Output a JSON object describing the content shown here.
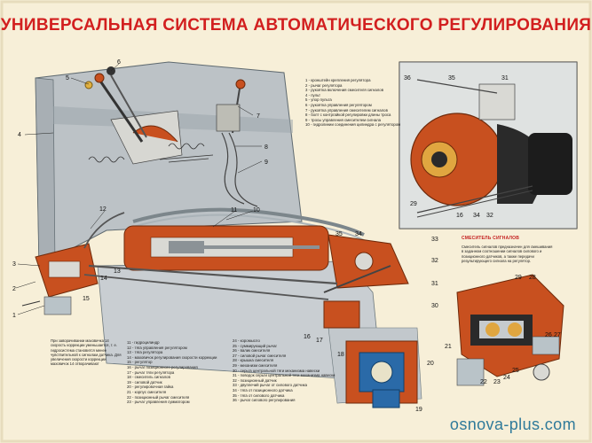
{
  "title": "УНИВЕРСАЛЬНАЯ СИСТЕМА АВТОМАТИЧЕСКОГО РЕГУЛИРОВАНИЯ",
  "legend_top": [
    "1 - кронштейн крепления регулятора",
    "2 - рычаг регулятора",
    "3 - рукоятка включения смесителя сигналов",
    "4 - пульт",
    "5 - упор пульта",
    "6 - рукоятка управления регулятором",
    "7 - рукоятка управления смесителем сигналов",
    "8 - болт с контргайкой регулировки длины троса",
    "9 - тросы управления смесителем сигнала",
    "10 - гидролинии соединения цилиндра с регулятором"
  ],
  "note": "При заворачивании маховичка 14 скорость коррекции уменьшается, т. е. гидросистема становится менее чувствительной к сигналам датчика. Для увеличения скорости коррекции маховичок 14 отворачивают",
  "legend_bottom_col1": [
    "11 - гидроцилиндр",
    "12 - тяга управления регулятором",
    "13 - тяга регулятора",
    "14 - маховичок регулирования скорости коррекции",
    "15 - регулятор",
    "16 - рычаг позиционного регулирования",
    "17 - рычаг тяги регулятора",
    "18 - смеситель сигналов",
    "19 - силовой датчик",
    "20 - регулировочная гайка",
    "21 - корпус смесителя",
    "22 - позиционный рычаг смесителя",
    "23 - рычаг управления сумматором"
  ],
  "legend_bottom_col2": [
    "24 - коромысло",
    "25 - суммирующий рычаг",
    "26 - валик смесителя",
    "27 - силовой рычаг смесителя",
    "28 - крышка смесителя",
    "29 - механизм смесителя",
    "30 - серьга центральной тяги механизма навески",
    "31 - поводок серьги центральной тяги механизма навески",
    "32 - позиционный датчик",
    "33 - двуплечий рычаг от силового датчика",
    "34 - тяга от позиционного датчика",
    "35 - тяга от силового датчика",
    "36 - рычаг силового регулирования"
  ],
  "mixer_title": "СМЕСИТЕЛЬ СИГНАЛОВ",
  "mixer_text": "Смеситель сигналов предназначен для смешивания в заданном соотношении сигналов силового и позиционного датчиков, а также передачи результирующего сигнала на регулятор.",
  "watermark": "osnova-plus.com",
  "callouts": {
    "main": [
      "1",
      "2",
      "3",
      "4",
      "5",
      "6",
      "7",
      "8",
      "9",
      "10",
      "11",
      "12",
      "13",
      "14",
      "15",
      "16",
      "17",
      "18",
      "19",
      "20",
      "30",
      "31",
      "32",
      "33",
      "34",
      "35"
    ],
    "inset": [
      "36",
      "35",
      "31",
      "29",
      "16",
      "34",
      "32"
    ],
    "mixer": [
      "29",
      "28",
      "21",
      "26",
      "27",
      "25",
      "24",
      "22",
      "23"
    ]
  },
  "colors": {
    "title": "#d21f1f",
    "orange": "#c8501f",
    "steel": "#b9c3c8",
    "blue": "#2a6aa8",
    "background": "#f7efd8",
    "frame": "#8aa0a6"
  }
}
